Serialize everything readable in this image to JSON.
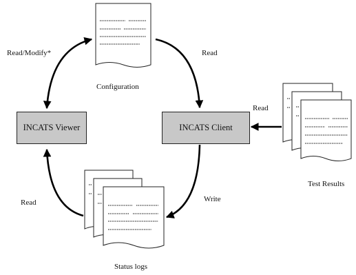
{
  "nodes": {
    "viewer": "INCATS Viewer",
    "client": "INCATS Client"
  },
  "documents": {
    "configuration": "Configuration",
    "test_results": "Test Results",
    "status_logs": "Status logs"
  },
  "edges": {
    "read_modify": "Read/Modify*",
    "config_read": "Read",
    "results_read": "Read",
    "write": "Write",
    "logs_read": "Read"
  }
}
